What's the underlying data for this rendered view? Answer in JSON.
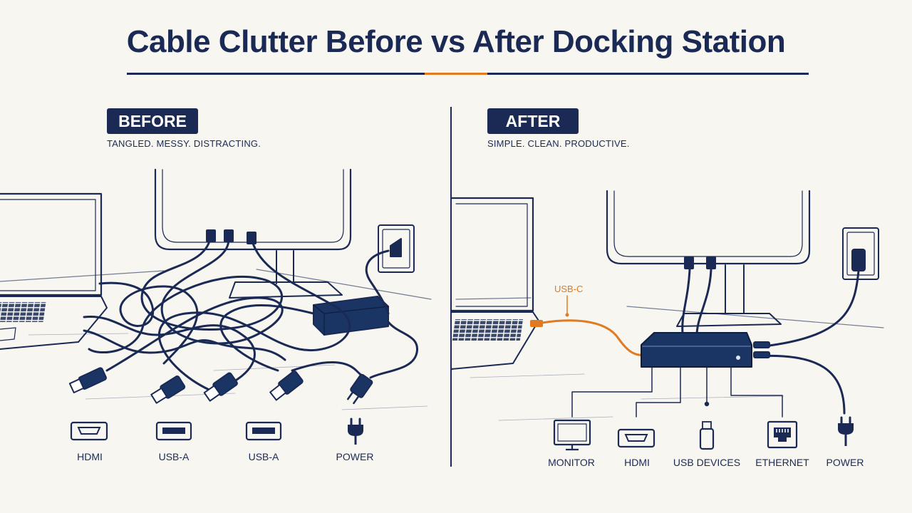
{
  "title": "Cable Clutter Before vs After Docking Station",
  "before": {
    "badge": "BEFORE",
    "tagline": "TANGLED. MESSY. DISTRACTING.",
    "labels": [
      "HDMI",
      "USB-A",
      "USB-A",
      "POWER"
    ]
  },
  "after": {
    "badge": "AFTER",
    "tagline": "SIMPLE. CLEAN. PRODUCTIVE.",
    "usbc_label": "USB-C",
    "labels": [
      "MONITOR",
      "HDMI",
      "USB DEVICES",
      "ETHERNET",
      "POWER"
    ]
  },
  "colors": {
    "navy": "#1a2a55",
    "accent": "#e07b22",
    "background": "#f8f6f1"
  }
}
